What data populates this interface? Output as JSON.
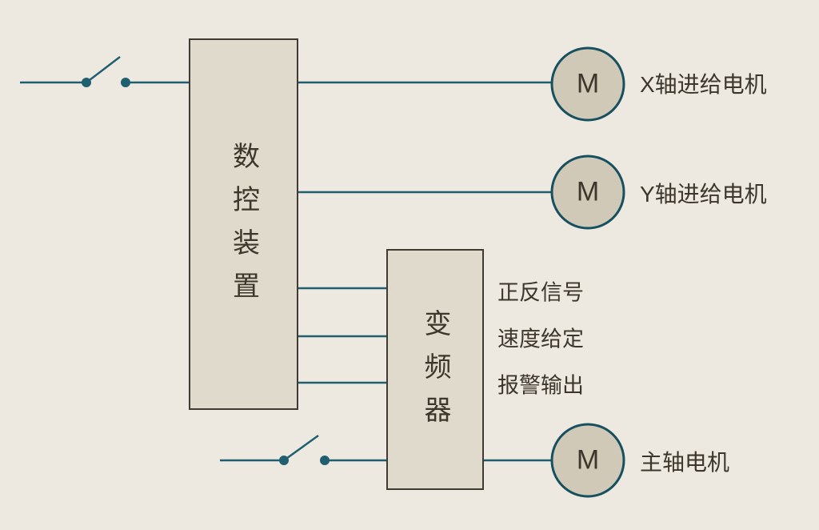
{
  "diagram": {
    "cnc_box": {
      "label": "数控装置"
    },
    "inverter_box": {
      "label": "变频器"
    },
    "motors": [
      {
        "symbol": "M",
        "label": "X轴进给电机"
      },
      {
        "symbol": "M",
        "label": "Y轴进给电机"
      },
      {
        "symbol": "M",
        "label": "主轴电机"
      }
    ],
    "signals": [
      "正反信号",
      "速度给定",
      "报警输出"
    ],
    "colors": {
      "background": "#EDE9E1",
      "box_fill": "#E0DACC",
      "box_border": "#3F3B33",
      "wire": "#1F5F6F",
      "motor_fill": "#D0C9B8",
      "motor_border": "#17505F",
      "text": "#3C362B"
    }
  }
}
